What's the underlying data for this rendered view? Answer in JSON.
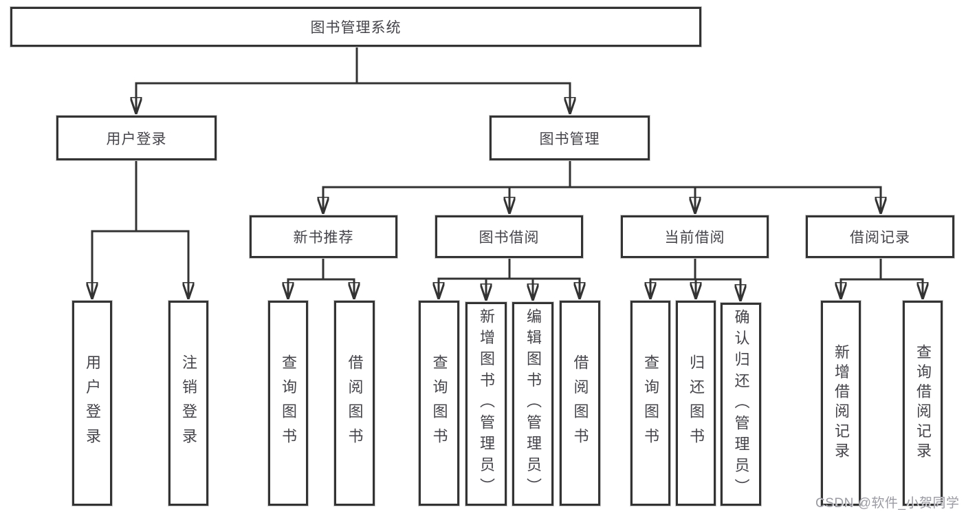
{
  "diagram": {
    "root": {
      "label": "图书管理系统"
    },
    "branches": [
      {
        "label": "用户登录",
        "children": [
          {
            "label": "用户登录"
          },
          {
            "label": "注销登录"
          }
        ]
      },
      {
        "label": "图书管理",
        "sections": [
          {
            "label": "新书推荐",
            "children": [
              {
                "label": "查询图书"
              },
              {
                "label": "借阅图书"
              }
            ]
          },
          {
            "label": "图书借阅",
            "children": [
              {
                "label": "查询图书"
              },
              {
                "label": "新增图书（管理员）"
              },
              {
                "label": "编辑图书（管理员）"
              },
              {
                "label": "借阅图书"
              }
            ]
          },
          {
            "label": "当前借阅",
            "children": [
              {
                "label": "查询图书"
              },
              {
                "label": "归还图书"
              },
              {
                "label": "确认归还（管理员）"
              }
            ]
          },
          {
            "label": "借阅记录",
            "children": [
              {
                "label": "新增借阅记录"
              },
              {
                "label": "查询借阅记录"
              }
            ]
          }
        ]
      }
    ]
  },
  "watermark": "CSDN @软件_小贺同学",
  "colors": {
    "line": "#333333",
    "text": "#44444a",
    "watermark": "#9b9ba3",
    "background": "#ffffff"
  }
}
